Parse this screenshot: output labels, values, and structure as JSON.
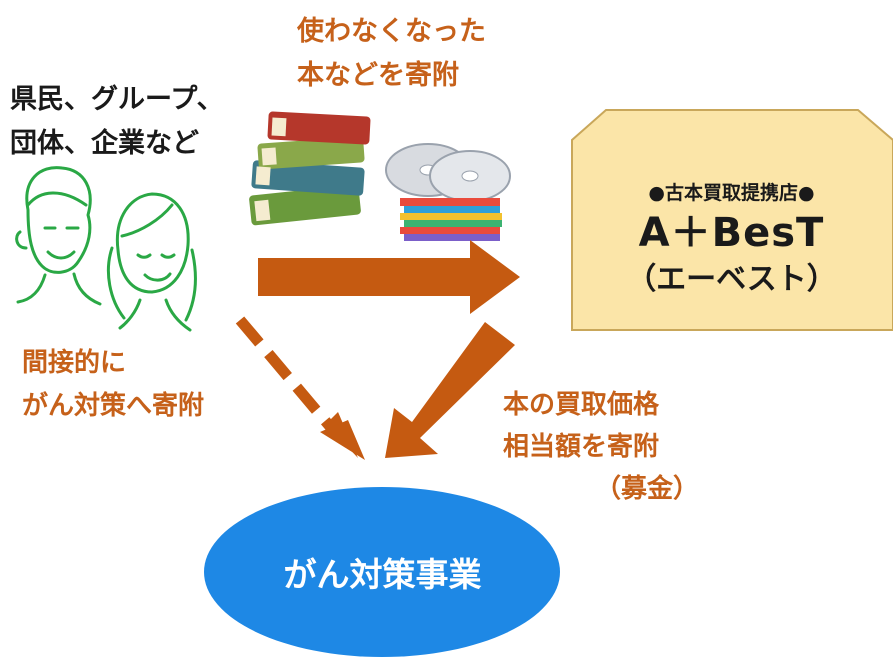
{
  "donors": {
    "line1": "県民、グループ、",
    "line2": "団体、企業など"
  },
  "donate_items": {
    "line1": "使わなくなった",
    "line2": "本などを寄附"
  },
  "store": {
    "subtitle": "●古本買取提携店●",
    "name": "A＋BesT",
    "kana": "（エーベスト）"
  },
  "indirect": {
    "line1": "間接的に",
    "line2": "がん対策へ寄附"
  },
  "price": {
    "line1": "本の買取価格",
    "line2": "相当額を寄附",
    "line3": "（募金）"
  },
  "project": {
    "label": "がん対策事業"
  },
  "colors": {
    "arrow": "#c55a11",
    "text_orange": "#c6611a",
    "store_fill": "#fbe5a8",
    "store_border": "#c9a75a",
    "ellipse": "#1e88e5",
    "people": "#2aa845"
  },
  "icons": [
    "people-illustration",
    "books-icon",
    "discs-icon"
  ]
}
